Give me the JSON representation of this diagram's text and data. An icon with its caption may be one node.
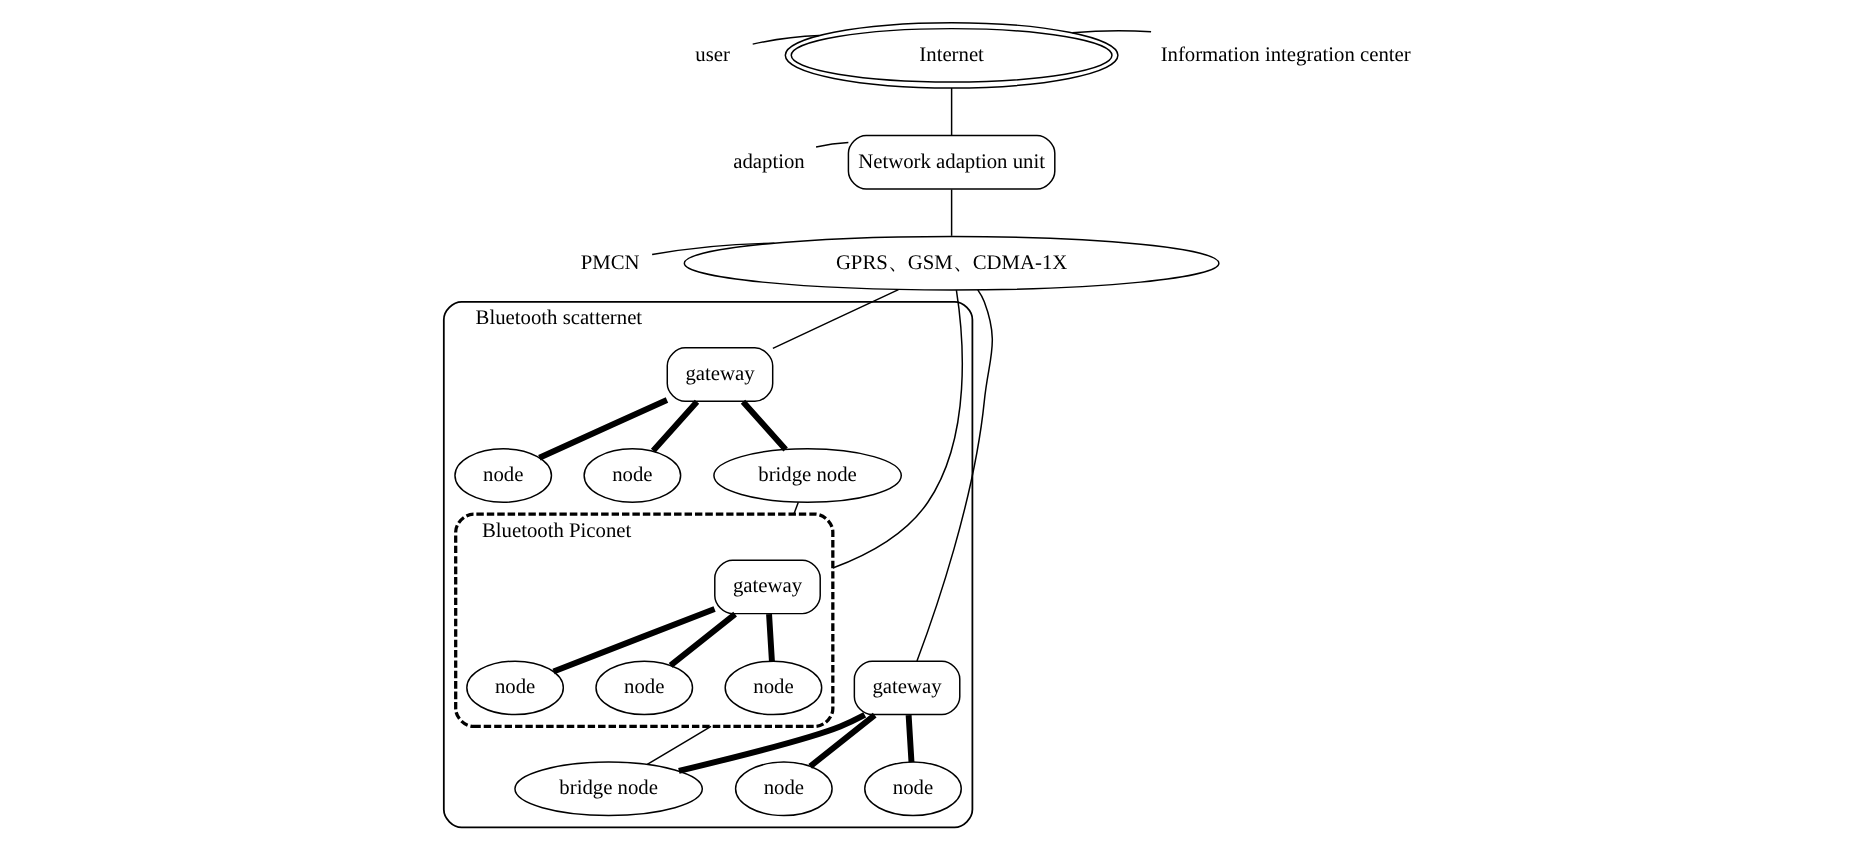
{
  "diagram": {
    "nodes": [
      {
        "text": [
          "Internet"
        ]
      },
      {
        "text": [
          "Network adaption unit"
        ]
      },
      {
        "text": [
          "GPRS、GSM、CDMA-1X"
        ]
      },
      {
        "text": [
          "Bluetooth scatternet"
        ]
      },
      {
        "text": [
          "gateway"
        ],
        "in": 3
      },
      {
        "text": [
          "node"
        ],
        "in": 3
      },
      {
        "text": [
          "node"
        ],
        "in": 3
      },
      {
        "text": [
          "bridge node"
        ],
        "in": 3
      },
      {
        "text": [
          "Bluetooth Piconet"
        ],
        "in": 3
      },
      {
        "text": [
          "gateway"
        ],
        "in": 8
      },
      {
        "text": [
          "node"
        ],
        "in": 8
      },
      {
        "text": [
          "node"
        ],
        "in": 8
      },
      {
        "text": [
          "node"
        ],
        "in": 8
      },
      {
        "text": [
          "gateway"
        ],
        "in": 3
      },
      {
        "text": [
          "bridge node"
        ],
        "in": 3
      },
      {
        "text": [
          "node"
        ],
        "in": 3
      },
      {
        "text": [
          "node"
        ],
        "in": 3
      },
      {
        "text": [
          "user"
        ]
      },
      {
        "text": [
          "adaption"
        ]
      },
      {
        "text": [
          "PMCN"
        ]
      },
      {
        "text": [
          "Information integration center"
        ]
      }
    ],
    "edges": [
      {
        "from": 0,
        "to": 1,
        "arrow": "none"
      },
      {
        "from": 1,
        "to": 2,
        "arrow": "none"
      },
      {
        "from": 2,
        "to": 4,
        "arrow": "none"
      },
      {
        "from": 2,
        "to": 8,
        "arrow": "none"
      },
      {
        "from": 2,
        "to": 13,
        "arrow": "none"
      },
      {
        "from": 4,
        "to": 5,
        "arrow": "none",
        "style": "thick"
      },
      {
        "from": 4,
        "to": 6,
        "arrow": "none",
        "style": "thick"
      },
      {
        "from": 4,
        "to": 7,
        "arrow": "none",
        "style": "thick"
      },
      {
        "from": 7,
        "to": 8,
        "arrow": "none"
      },
      {
        "from": 9,
        "to": 10,
        "arrow": "none",
        "style": "thick"
      },
      {
        "from": 9,
        "to": 11,
        "arrow": "none",
        "style": "thick"
      },
      {
        "from": 9,
        "to": 12,
        "arrow": "none",
        "style": "thick"
      },
      {
        "from": 8,
        "to": 14,
        "arrow": "none"
      },
      {
        "from": 13,
        "to": 14,
        "arrow": "none",
        "style": "thick"
      },
      {
        "from": 13,
        "to": 15,
        "arrow": "none",
        "style": "thick"
      },
      {
        "from": 13,
        "to": 16,
        "arrow": "none",
        "style": "thick"
      },
      {
        "from": 17,
        "to": 0,
        "arrow": "none"
      },
      {
        "from": 18,
        "to": 1,
        "arrow": "none"
      },
      {
        "from": 19,
        "to": 2,
        "arrow": "none"
      },
      {
        "from": 20,
        "to": 0,
        "arrow": "none"
      }
    ]
  }
}
